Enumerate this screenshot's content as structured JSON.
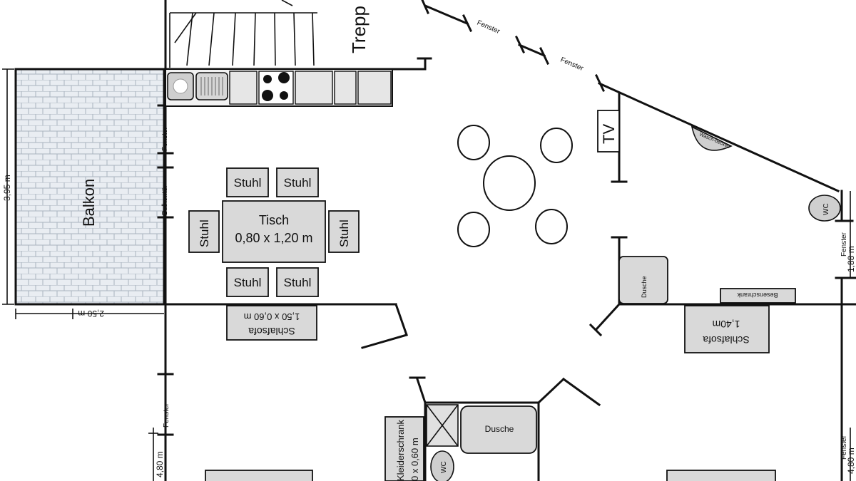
{
  "plan": {
    "labels": {
      "treppe": "Trepp",
      "balkon": "Balkon",
      "balkontuer": "Balkontür",
      "fenster": "Fenster",
      "tv": "TV",
      "tisch_title": "Tisch",
      "tisch_size": "0,80 x 1,20 m",
      "stuhl": "Stuhl",
      "schlafsofa": "Schlafsofa",
      "schlafsofa_size_a": "1,50 x 0,60 m",
      "schlafsofa_size_b": "1,40m",
      "besenschrank": "Besenschrank",
      "dusche": "Dusche",
      "wc": "WC",
      "waschbecken": "Wasch-becken",
      "kleiderschrank": "Kleiderschrank",
      "kleiderschrank_size": "0 x 0,60 m"
    },
    "dimensions": {
      "balkon_height": "3,95 m",
      "balkon_width": "2,50 m",
      "right_upper": "1,88 m",
      "left_lower": "4,80 m",
      "right_lower": "4,80 m"
    }
  }
}
